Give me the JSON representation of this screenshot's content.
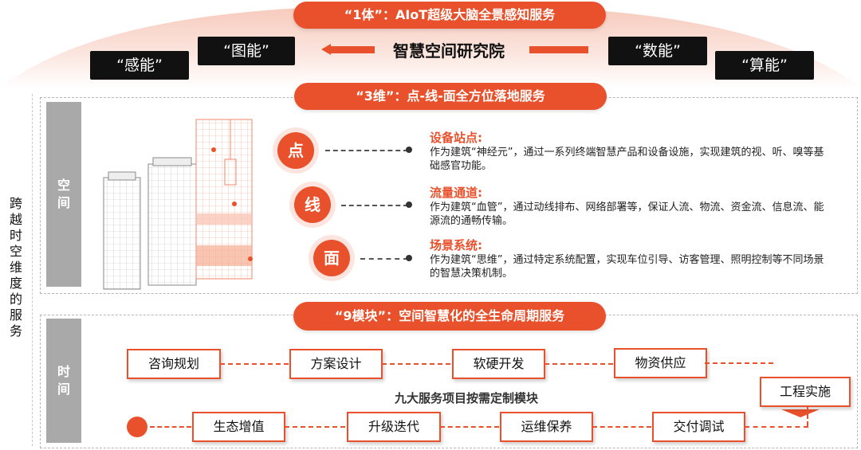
{
  "top": {
    "pill": "“1体”：AIoT超级大脑全景感知服务",
    "center": "智慧空间研究院",
    "left_outer": "“感能”",
    "left_inner": "“图能”",
    "right_inner": "“数能”",
    "right_outer": "“算能”"
  },
  "side_label": [
    "跨",
    "越",
    "时",
    "空",
    "维",
    "度",
    "的",
    "服",
    "务"
  ],
  "space": {
    "tab": [
      "空",
      "间"
    ],
    "pill": "“3维”：点-线-面全方位落地服务",
    "items": [
      {
        "badge": "点",
        "title": "设备站点:",
        "desc": "作为建筑“神经元”，通过一系列终端智慧产品和设备设施，实现建筑的视、听、嗅等基础感官功能。"
      },
      {
        "badge": "线",
        "title": "流量通道:",
        "desc": "作为建筑“血管”，通过动线排布、网络部署等，保证人流、物流、资金流、信息流、能源流的通畅传输。"
      },
      {
        "badge": "面",
        "title": "场景系统:",
        "desc": "作为建筑“思维”，通过特定系统配置，实现车位引导、访客管理、照明控制等不同场景的智慧决策机制。"
      }
    ]
  },
  "time": {
    "tab": [
      "时",
      "间"
    ],
    "pill": "“9模块”：空间智慧化的全生命周期服务",
    "caption": "九大服务项目按需定制模块",
    "row1": [
      "咨询规划",
      "方案设计",
      "软硬开发",
      "物资供应"
    ],
    "turn": "工程实施",
    "row2": [
      "交付调试",
      "运维保养",
      "升级迭代",
      "生态增值"
    ]
  },
  "colors": {
    "accent": "#e8512b",
    "tab": "#a9a9a9"
  }
}
